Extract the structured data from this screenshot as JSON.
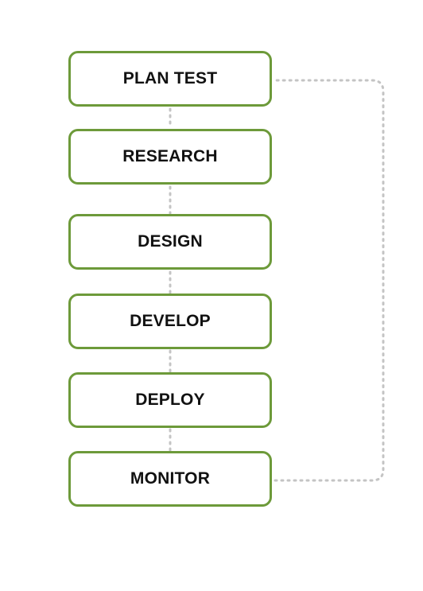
{
  "diagram": {
    "steps": [
      {
        "label": "PLAN TEST"
      },
      {
        "label": "RESEARCH"
      },
      {
        "label": "DESIGN"
      },
      {
        "label": "DEVELOP"
      },
      {
        "label": "DEPLOY"
      },
      {
        "label": "MONITOR"
      }
    ],
    "colors": {
      "box_border": "#6d9a3a",
      "connector": "#c4c4c4",
      "text": "#111111",
      "background": "#ffffff"
    }
  }
}
